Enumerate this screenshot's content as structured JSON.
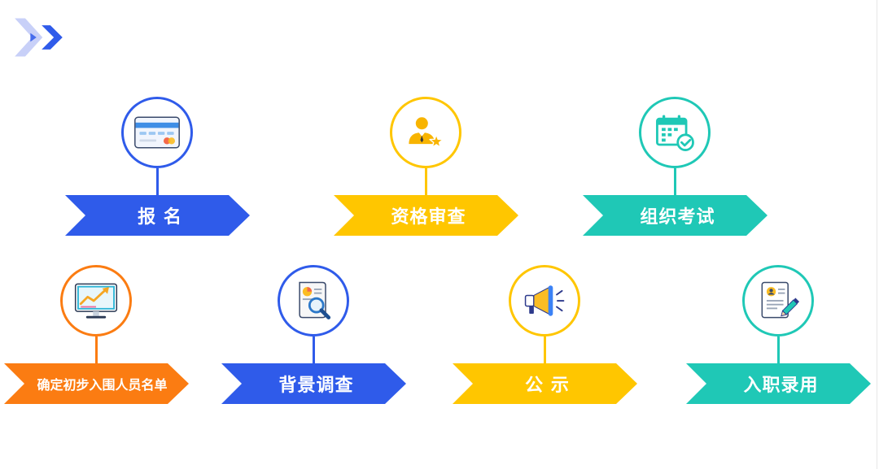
{
  "logo": {
    "icon": "double-chevron-icon",
    "colors": {
      "light": "#c8d0f8",
      "dark": "#2f5bea"
    }
  },
  "steps": [
    {
      "label": "报 名",
      "color": "#2f5bea",
      "icon": "credit-card-icon"
    },
    {
      "label": "资格审查",
      "color": "#ffc600",
      "icon": "person-star-icon"
    },
    {
      "label": "组织考试",
      "color": "#1fc8b6",
      "icon": "calendar-check-icon"
    },
    {
      "label": "确定初步入围人员名单",
      "color": "#fb7c12",
      "icon": "monitor-chart-icon"
    },
    {
      "label": "背景调查",
      "color": "#2f5bea",
      "icon": "document-search-icon"
    },
    {
      "label": "公 示",
      "color": "#ffc600",
      "icon": "megaphone-icon"
    },
    {
      "label": "入职录用",
      "color": "#1fc8b6",
      "icon": "resume-pencil-icon"
    }
  ]
}
